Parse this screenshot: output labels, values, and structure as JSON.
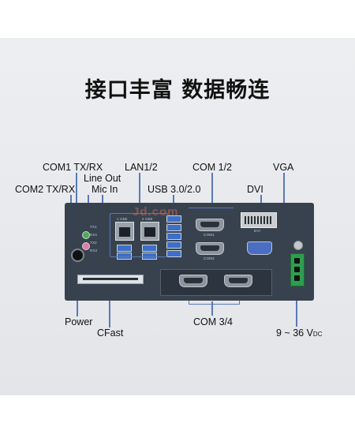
{
  "title": "接口丰富 数据畅连",
  "labels": {
    "com1_txrx": "COM1 TX/RX",
    "com2_txrx": "COM2 TX/RX",
    "line_out": "Line Out",
    "mic_in": "Mic In",
    "lan": "LAN1/2",
    "usb": "USB 3.0/2.0",
    "com12": "COM 1/2",
    "vga": "VGA",
    "dvi": "DVI",
    "power": "Power",
    "cfast": "CFast",
    "com34": "COM 3/4",
    "dc_in": "9 ~ 36 V",
    "dc_sub": "DC"
  },
  "device": {
    "watermark": "Jd.com",
    "sublabels": {
      "com1": "COM1",
      "com2": "COM2",
      "dvi": "DVI",
      "lan1": "1 GbE",
      "lan2": "2 GbE",
      "tx1": "TX1",
      "rx1": "RX1",
      "tx2": "TX2",
      "rx2": "RX2"
    }
  },
  "colors": {
    "leader_line": "#5b79b7",
    "device_body": "#38424e",
    "usb_port": "#3d6fc7",
    "vga_port": "#4a6fc2",
    "terminal_block": "#2f9d4f"
  }
}
